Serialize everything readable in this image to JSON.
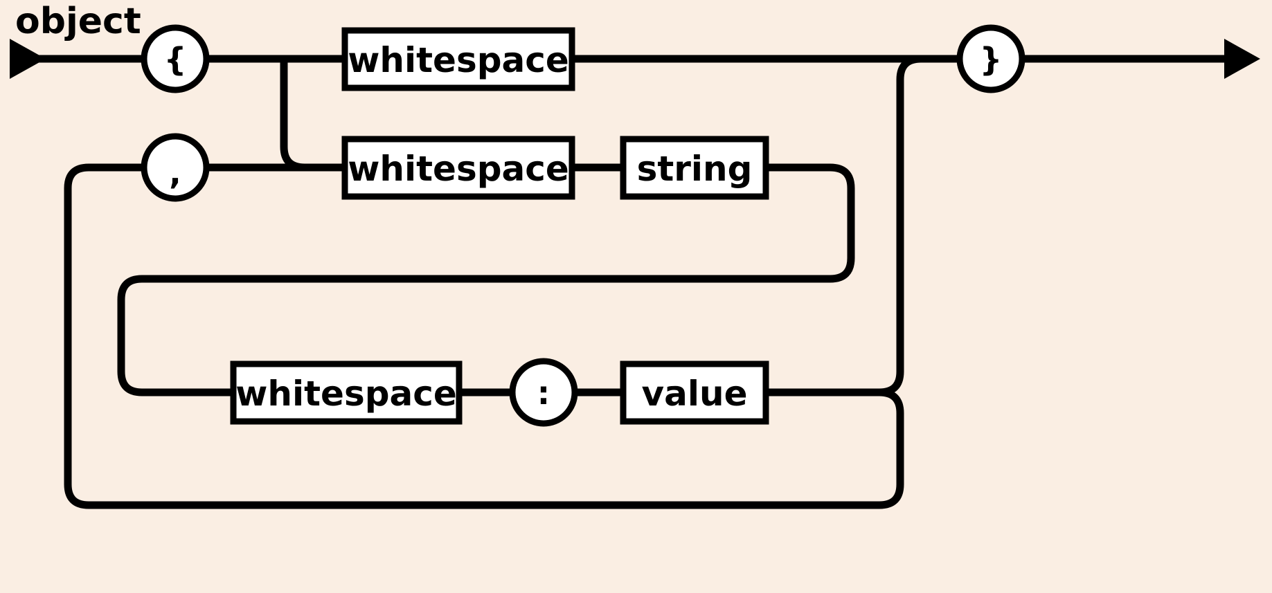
{
  "diagram": {
    "title": "object",
    "kind": "railroad-syntax-diagram",
    "background_color": "#faeee3",
    "line_color": "#000000",
    "node_fill_color": "#ffffff",
    "nodes": {
      "open_brace": "{",
      "close_brace": "}",
      "comma": ",",
      "colon": ":",
      "whitespace_1": "whitespace",
      "whitespace_2": "whitespace",
      "whitespace_3": "whitespace",
      "string": "string",
      "value": "value"
    }
  }
}
